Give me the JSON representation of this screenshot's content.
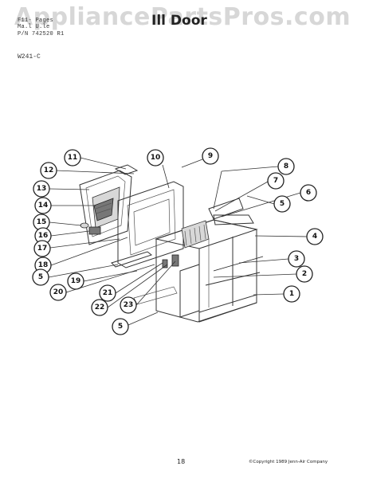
{
  "header": {
    "lines": [
      "F11- Pages",
      "Ma.l U.le",
      "P/N 742520 R1"
    ],
    "title": "Ill Door",
    "model": "W241-C"
  },
  "watermark": "AppliancePartsPros.com",
  "callouts": [
    "11",
    "10",
    "9",
    "12",
    "8",
    "13",
    "7",
    "6",
    "14",
    "5",
    "15",
    "4",
    "16",
    "17",
    "3",
    "18",
    "2",
    "5",
    "19",
    "1",
    "20",
    "21",
    "22",
    "23",
    "5"
  ],
  "footer": {
    "page_number": "18",
    "copyright": "©Copyright 1989 Jenn-Air Company"
  },
  "colors": {
    "ink": "#222222",
    "watermark": "#969696",
    "background": "#ffffff"
  }
}
